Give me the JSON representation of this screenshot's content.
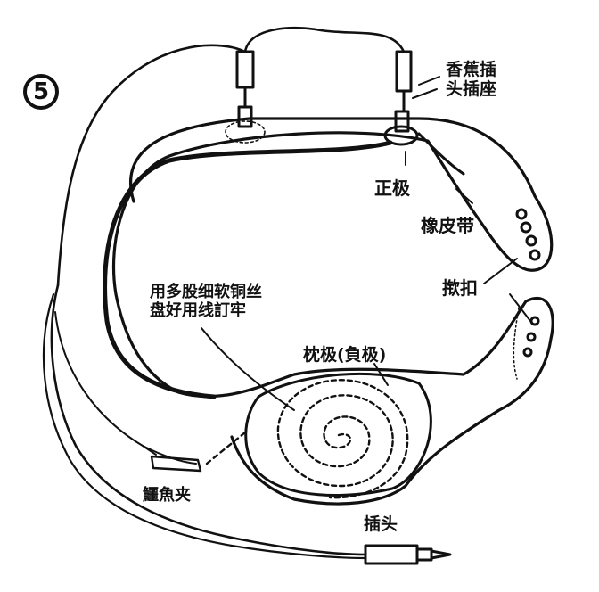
{
  "figure": {
    "number": "5",
    "labels": {
      "banana_plug_socket": "香蕉插\n头插座",
      "positive_electrode": "正极",
      "rubber_band": "橡皮带",
      "buckle": "揿扣",
      "wire_note": "用多股细软铜丝\n盘好用线訂牢",
      "pillow_electrode": "枕极(負极)",
      "alligator_clip": "鱷魚夹",
      "plug": "插头"
    }
  }
}
